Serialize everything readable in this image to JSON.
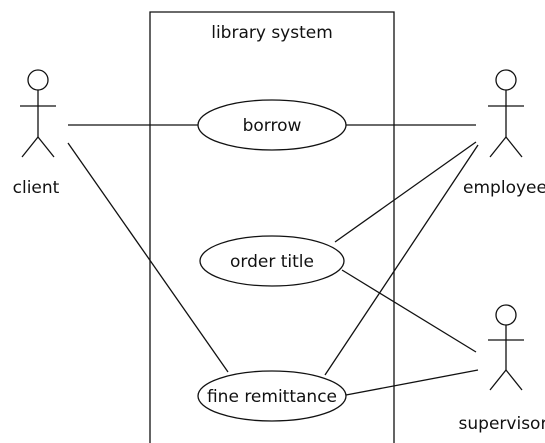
{
  "system": {
    "title": "library system"
  },
  "actors": {
    "client": "client",
    "employee": "employee",
    "supervisor": "supervisor"
  },
  "use_cases": {
    "borrow": "borrow",
    "order_title": "order title",
    "fine_remittance": "fine remittance"
  },
  "colors": {
    "line": "#111111",
    "background": "#ffffff"
  }
}
